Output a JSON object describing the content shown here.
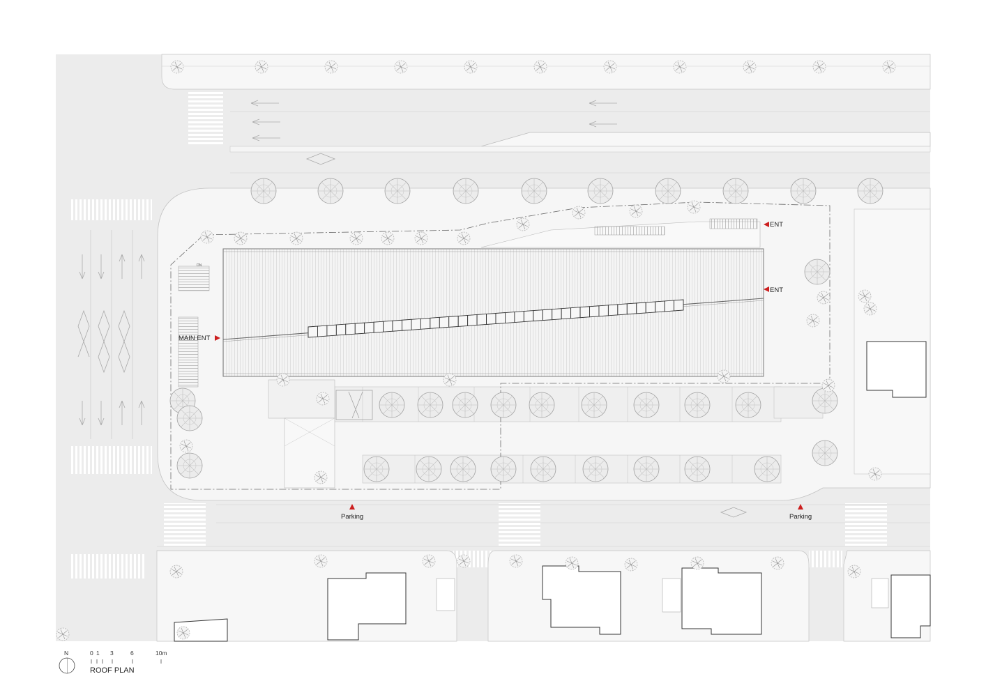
{
  "drawing": {
    "title": "ROOF PLAN",
    "north_label": "N"
  },
  "scale_bar": {
    "ticks": [
      "0",
      "1",
      "3",
      "6",
      "10m"
    ]
  },
  "labels": {
    "main_entrance": "MAIN ENT",
    "entrance_top": "ENT",
    "entrance_east": "ENT",
    "parking_west": "Parking",
    "parking_east": "Parking",
    "stair_dn": "DN"
  },
  "colors": {
    "road": "#ececec",
    "sidewalk": "#f6f6f6",
    "roof": "#f3f3f3",
    "line": "#b5b5b5",
    "entrance_marker": "#cc1f1f",
    "building_outline": "#333333"
  }
}
